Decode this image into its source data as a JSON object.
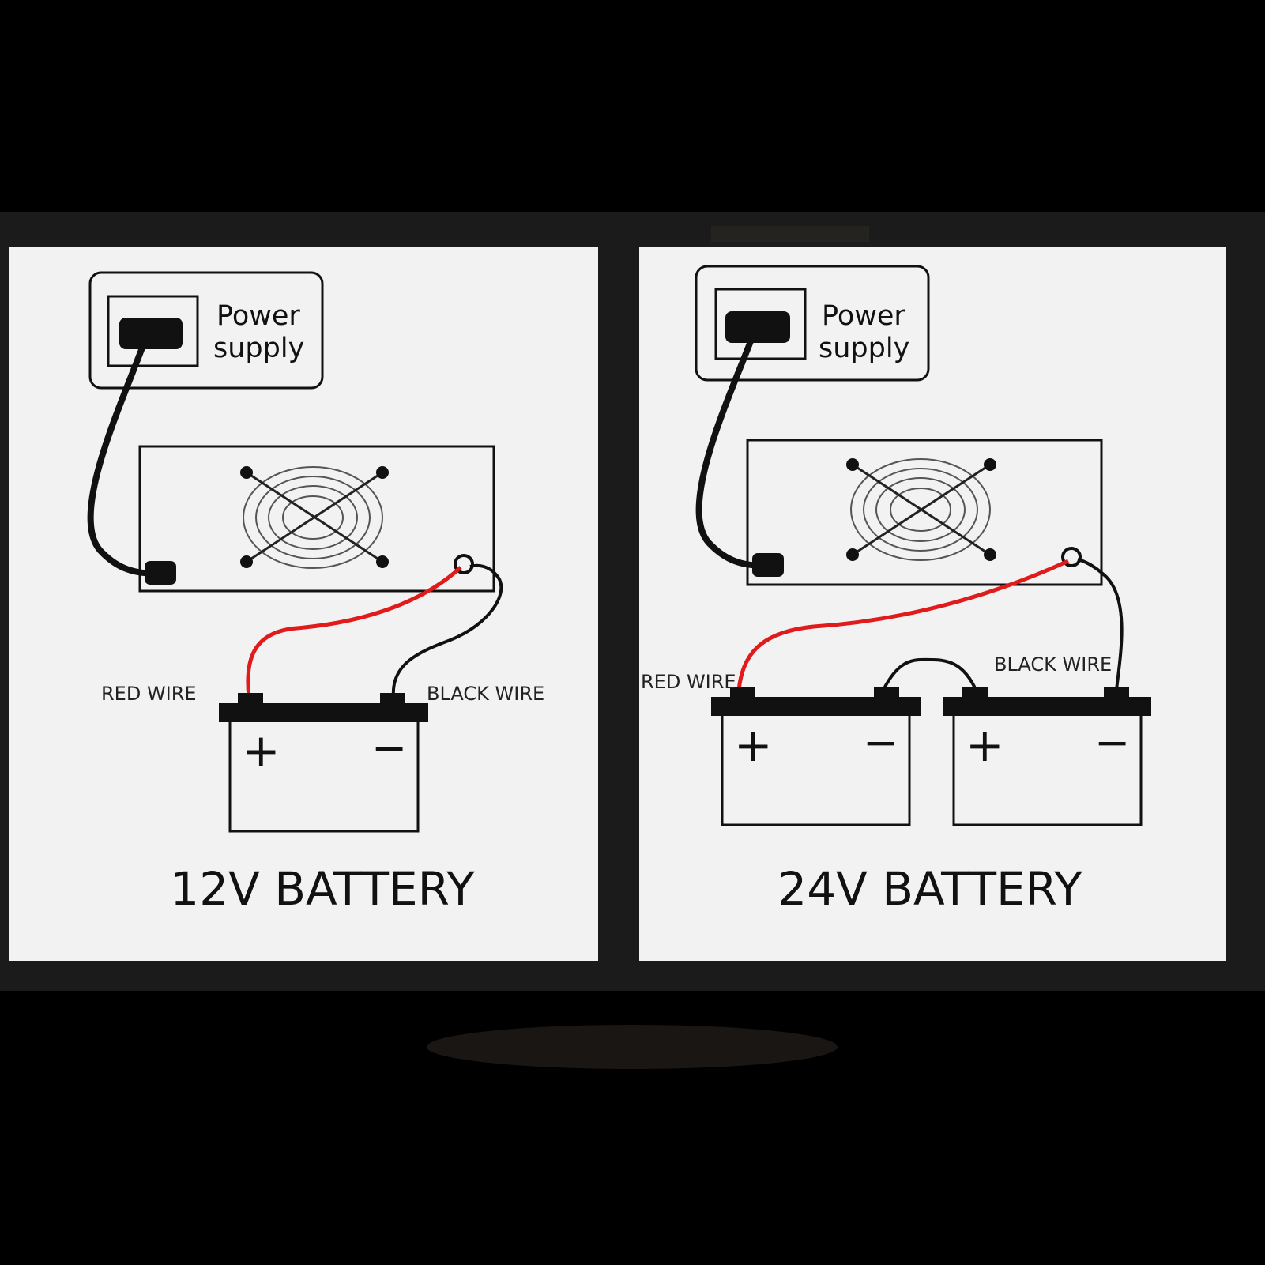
{
  "panels": [
    {
      "power_label_line1": "Power",
      "power_label_line2": "supply",
      "red_wire_label": "RED WIRE",
      "black_wire_label": "BLACK WIRE",
      "plus_sign": "+",
      "minus_sign": "−",
      "title": "12V  BATTERY"
    },
    {
      "power_label_line1": "Power",
      "power_label_line2": "supply",
      "red_wire_label": "RED WIRE",
      "black_wire_label": "BLACK WIRE",
      "battery_a_plus": "+",
      "battery_a_minus": "−",
      "battery_b_plus": "+",
      "battery_b_minus": "−",
      "title": "24V  BATTERY"
    }
  ],
  "colors": {
    "background": "#000000",
    "frame": "#1a1a1a",
    "panel": "#f2f2f2",
    "red_wire": "#e11b1b",
    "black_wire": "#111111"
  }
}
